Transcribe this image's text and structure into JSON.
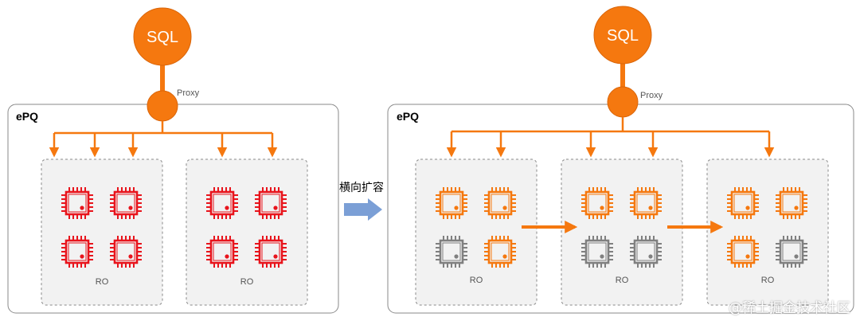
{
  "left": {
    "sql_label": "SQL",
    "proxy_label": "Proxy",
    "cluster_label": "ePQ",
    "groups": [
      "RO",
      "RO"
    ]
  },
  "right": {
    "sql_label": "SQL",
    "proxy_label": "Proxy",
    "cluster_label": "ePQ",
    "groups": [
      "RO",
      "RO",
      "RO"
    ]
  },
  "scale_out_label": "横向扩容",
  "watermark": "@稀土掘金技术社区",
  "colors": {
    "accent": "#F5780F",
    "active_chip": "#F5780F",
    "busy_chip": "#E8141C",
    "idle_chip": "#808080",
    "scale_arrow": "#7B9FD6",
    "group_fill": "#F2F2F2"
  },
  "chips": {
    "left": [
      [
        "busy",
        "busy",
        "busy",
        "busy"
      ],
      [
        "busy",
        "busy",
        "busy",
        "busy"
      ]
    ],
    "right": [
      [
        "active",
        "active",
        "idle",
        "active"
      ],
      [
        "active",
        "active",
        "idle",
        "idle"
      ],
      [
        "active",
        "active",
        "active",
        "idle"
      ]
    ]
  }
}
